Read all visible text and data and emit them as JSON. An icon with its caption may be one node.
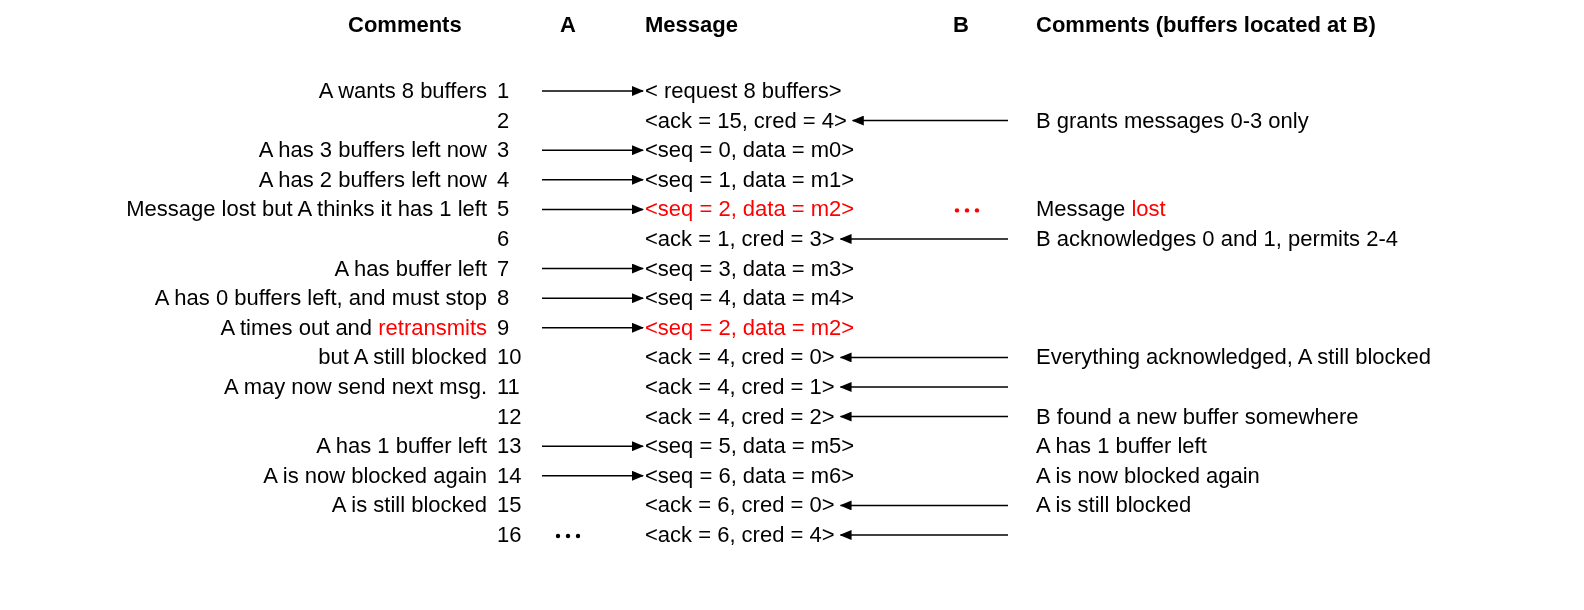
{
  "diagram": {
    "nodes": [
      {
        "text": [
          "< request 8 buffers>"
        ]
      },
      {
        "text": [
          "<ack = 15, cred = 4>"
        ]
      },
      {
        "text": [
          "<seq = 0, data = m0>"
        ]
      },
      {
        "text": [
          "<seq = 1, data = m1>"
        ]
      },
      {
        "text": [
          "<seq = 2, data = m2>"
        ]
      },
      {
        "text": [
          "<ack = 1, cred = 3>"
        ]
      },
      {
        "text": [
          "<seq = 3, data = m3>"
        ]
      },
      {
        "text": [
          "<seq = 4, data = m4>"
        ]
      },
      {
        "text": [
          "<seq = 2, data = m2>"
        ]
      },
      {
        "text": [
          "<ack = 4, cred = 0>"
        ]
      },
      {
        "text": [
          "<ack = 4, cred = 1>"
        ]
      },
      {
        "text": [
          "<ack = 4, cred = 2>"
        ]
      },
      {
        "text": [
          "<seq = 5, data = m5>"
        ]
      },
      {
        "text": [
          "<seq = 6, data = m6>"
        ]
      },
      {
        "text": [
          "<ack = 6, cred = 0>"
        ]
      },
      {
        "text": [
          "<ack = 6, cred = 4>"
        ]
      }
    ],
    "edges": [
      {
        "from": null,
        "to": 0,
        "arrow": "to"
      },
      {
        "from": null,
        "to": 1,
        "arrow": "to"
      },
      {
        "from": null,
        "to": 2,
        "arrow": "to"
      },
      {
        "from": null,
        "to": 3,
        "arrow": "to"
      },
      {
        "from": null,
        "to": 4,
        "arrow": "to"
      },
      {
        "from": null,
        "to": 5,
        "arrow": "to"
      },
      {
        "from": null,
        "to": 6,
        "arrow": "to"
      },
      {
        "from": null,
        "to": 7,
        "arrow": "to"
      },
      {
        "from": null,
        "to": 8,
        "arrow": "to"
      },
      {
        "from": null,
        "to": 9,
        "arrow": "to"
      },
      {
        "from": null,
        "to": 10,
        "arrow": "to"
      },
      {
        "from": null,
        "to": 11,
        "arrow": "to"
      },
      {
        "from": null,
        "to": 12,
        "arrow": "to"
      },
      {
        "from": null,
        "to": 13,
        "arrow": "to"
      },
      {
        "from": null,
        "to": 14,
        "arrow": "to"
      },
      {
        "from": null,
        "to": 15,
        "arrow": "to"
      }
    ],
    "labels": [
      "Comments",
      "A",
      "Message",
      "B",
      "Comments (buffers located at B)",
      "A wants 8 buffers",
      "1",
      "2",
      "B grants messages 0-3 only",
      "A has 3 buffers left now",
      "3",
      "A has 2 buffers left now",
      "4",
      "Message lost but A thinks it has 1 left",
      "5",
      "Message lost",
      "6",
      "B acknowledges 0 and 1, permits 2-4",
      "A has buffer left",
      "7",
      "A has 0 buffers left, and must stop",
      "8",
      "A times out and retransmits",
      "9",
      "but A still blocked",
      "10",
      "Everything acknowledged, A still blocked",
      "A may now send next msg.",
      "11",
      "12",
      "B found a new buffer somewhere",
      "A has 1 buffer left",
      "13",
      "A has 1 buffer left",
      "A is now blocked again",
      "14",
      "A is now blocked again",
      "A is still blocked",
      "15",
      "A is still blocked",
      "16"
    ]
  }
}
